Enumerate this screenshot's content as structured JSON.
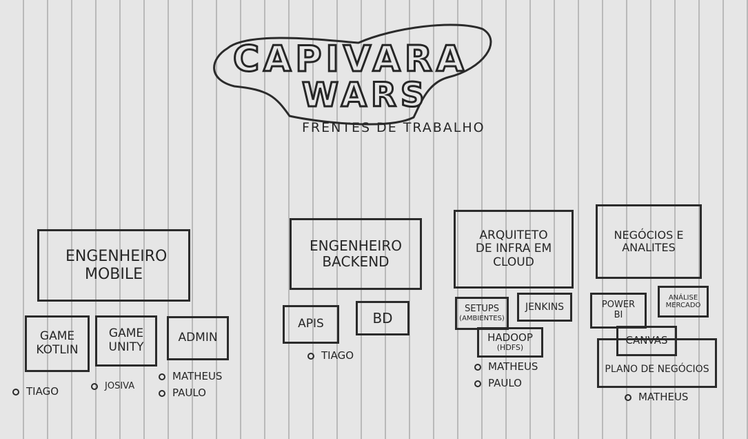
{
  "title": {
    "line1": "CAPIVARA",
    "line2": "WARS",
    "subtitle": "FRENTES DE TRABALHO"
  },
  "columns": {
    "mobile": {
      "label": "ENGENHEIRO MOBILE",
      "boxes": [
        "GAME KOTLIN",
        "GAME UNITY",
        "ADMIN"
      ],
      "people": [
        "TIAGO",
        "JOSIVA",
        "MATHEUS",
        "PAULO"
      ]
    },
    "backend": {
      "label": "ENGENHEIRO BACKEND",
      "boxes": [
        "APIS",
        "BD"
      ],
      "people": [
        "TIAGO"
      ]
    },
    "cloud": {
      "label": "ARQUITETO DE INFRA EM CLOUD",
      "boxes": [
        "SETUPS",
        "(AMBIENTES)",
        "JENKINS",
        "HADOOP",
        "(HDFS)"
      ],
      "people": [
        "MATHEUS",
        "PAULO"
      ]
    },
    "business": {
      "label": "NEGÓCIOS E ANALITES",
      "boxes": [
        "POWER BI",
        "ANÁLISE MERCADO",
        "CANVAS",
        "PLANO DE NEGÓCIOS"
      ],
      "people": [
        "MATHEUS"
      ]
    }
  }
}
